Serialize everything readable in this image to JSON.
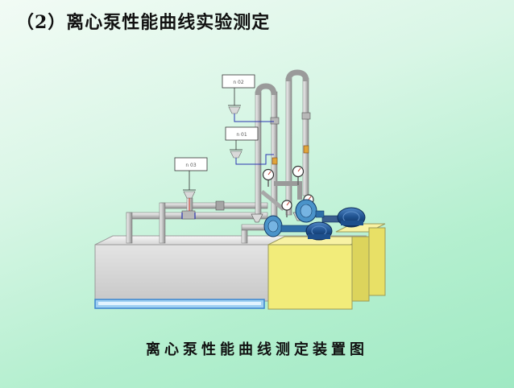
{
  "slide": {
    "title": "（2）离心泵性能曲线实验测定",
    "caption": "离心泵性能曲线测定装置图"
  },
  "diagram": {
    "gauges": [
      {
        "label": "n 02"
      },
      {
        "label": "n 01"
      },
      {
        "label": "n 03"
      }
    ],
    "colors": {
      "pipe": "#c3c3c3",
      "pipe_outline": "#7d7d7d",
      "water_tank": "#cfcfcf",
      "pump_base": "#f2ec7a",
      "motor": "#1d4f8c",
      "signal_line_blue": "#2a35b0",
      "signal_line_red": "#d23c2c"
    }
  }
}
